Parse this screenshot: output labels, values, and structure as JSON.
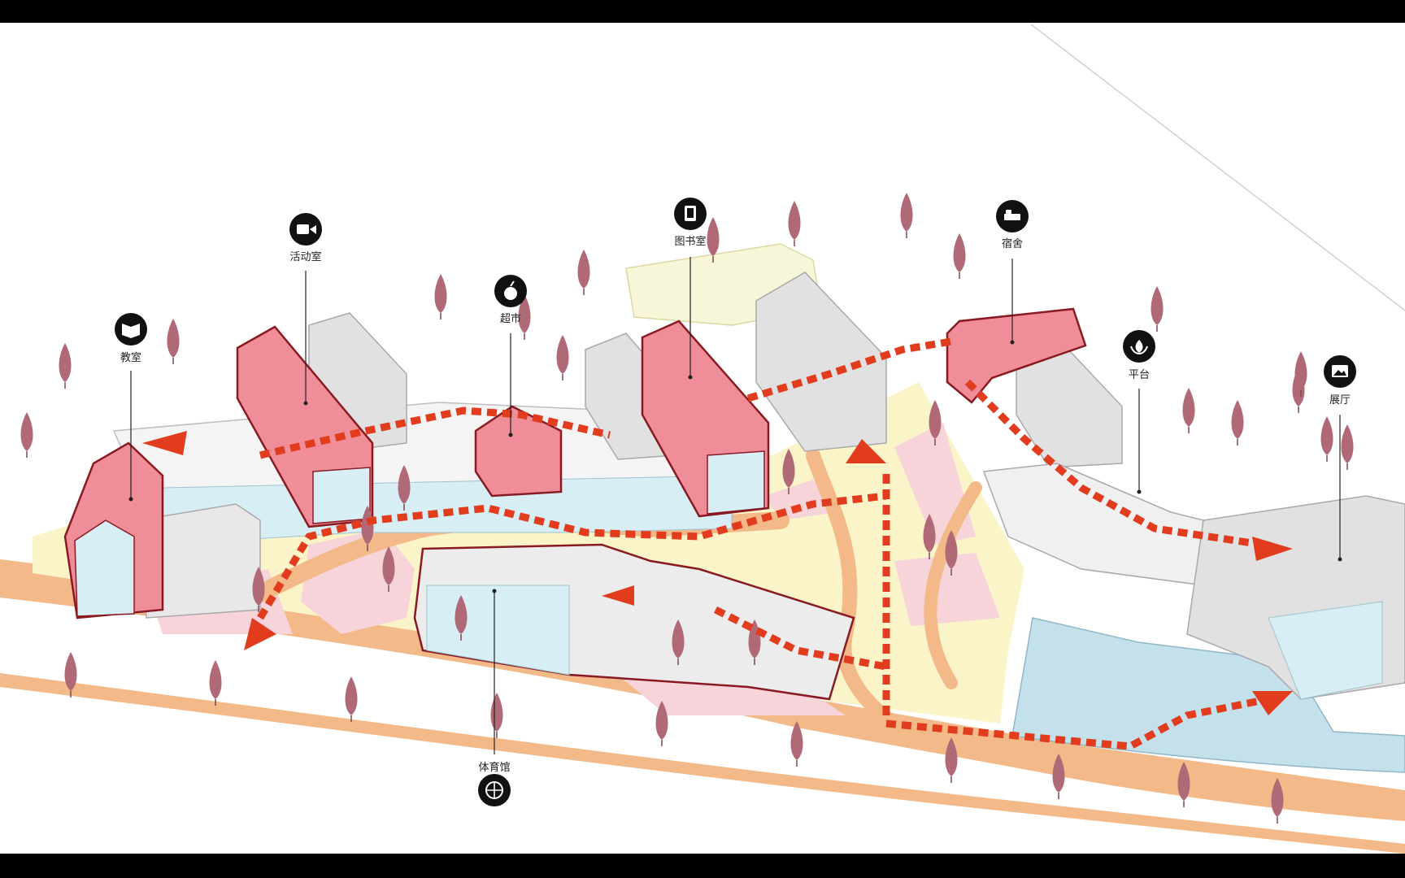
{
  "colors": {
    "frame": "#000000",
    "canvas": "#ffffff",
    "road": "#f3b988",
    "plaza": "#fbf4c8",
    "lawn": "#f7d3da",
    "water": "#c4e0ea",
    "building_highlight": "#ef8e98",
    "building_outline": "#8a1a22",
    "building_grey": "#e1e1e1",
    "glass": "#d8eef5",
    "route": "#e23c1e",
    "tree": "#b06a77",
    "icon_fill": "#111111"
  },
  "labels": [
    {
      "id": "classroom",
      "text": "教室",
      "icon": "book-icon"
    },
    {
      "id": "activity-room",
      "text": "活动室",
      "icon": "video-camera-icon"
    },
    {
      "id": "supermarket",
      "text": "超市",
      "icon": "apple-icon"
    },
    {
      "id": "library",
      "text": "图书室",
      "icon": "tablet-icon"
    },
    {
      "id": "dormitory",
      "text": "宿舍",
      "icon": "bed-icon"
    },
    {
      "id": "platform",
      "text": "平台",
      "icon": "lotus-icon"
    },
    {
      "id": "exhibition-hall",
      "text": "展厅",
      "icon": "picture-icon"
    },
    {
      "id": "gymnasium",
      "text": "体育馆",
      "icon": "basketball-icon"
    }
  ]
}
